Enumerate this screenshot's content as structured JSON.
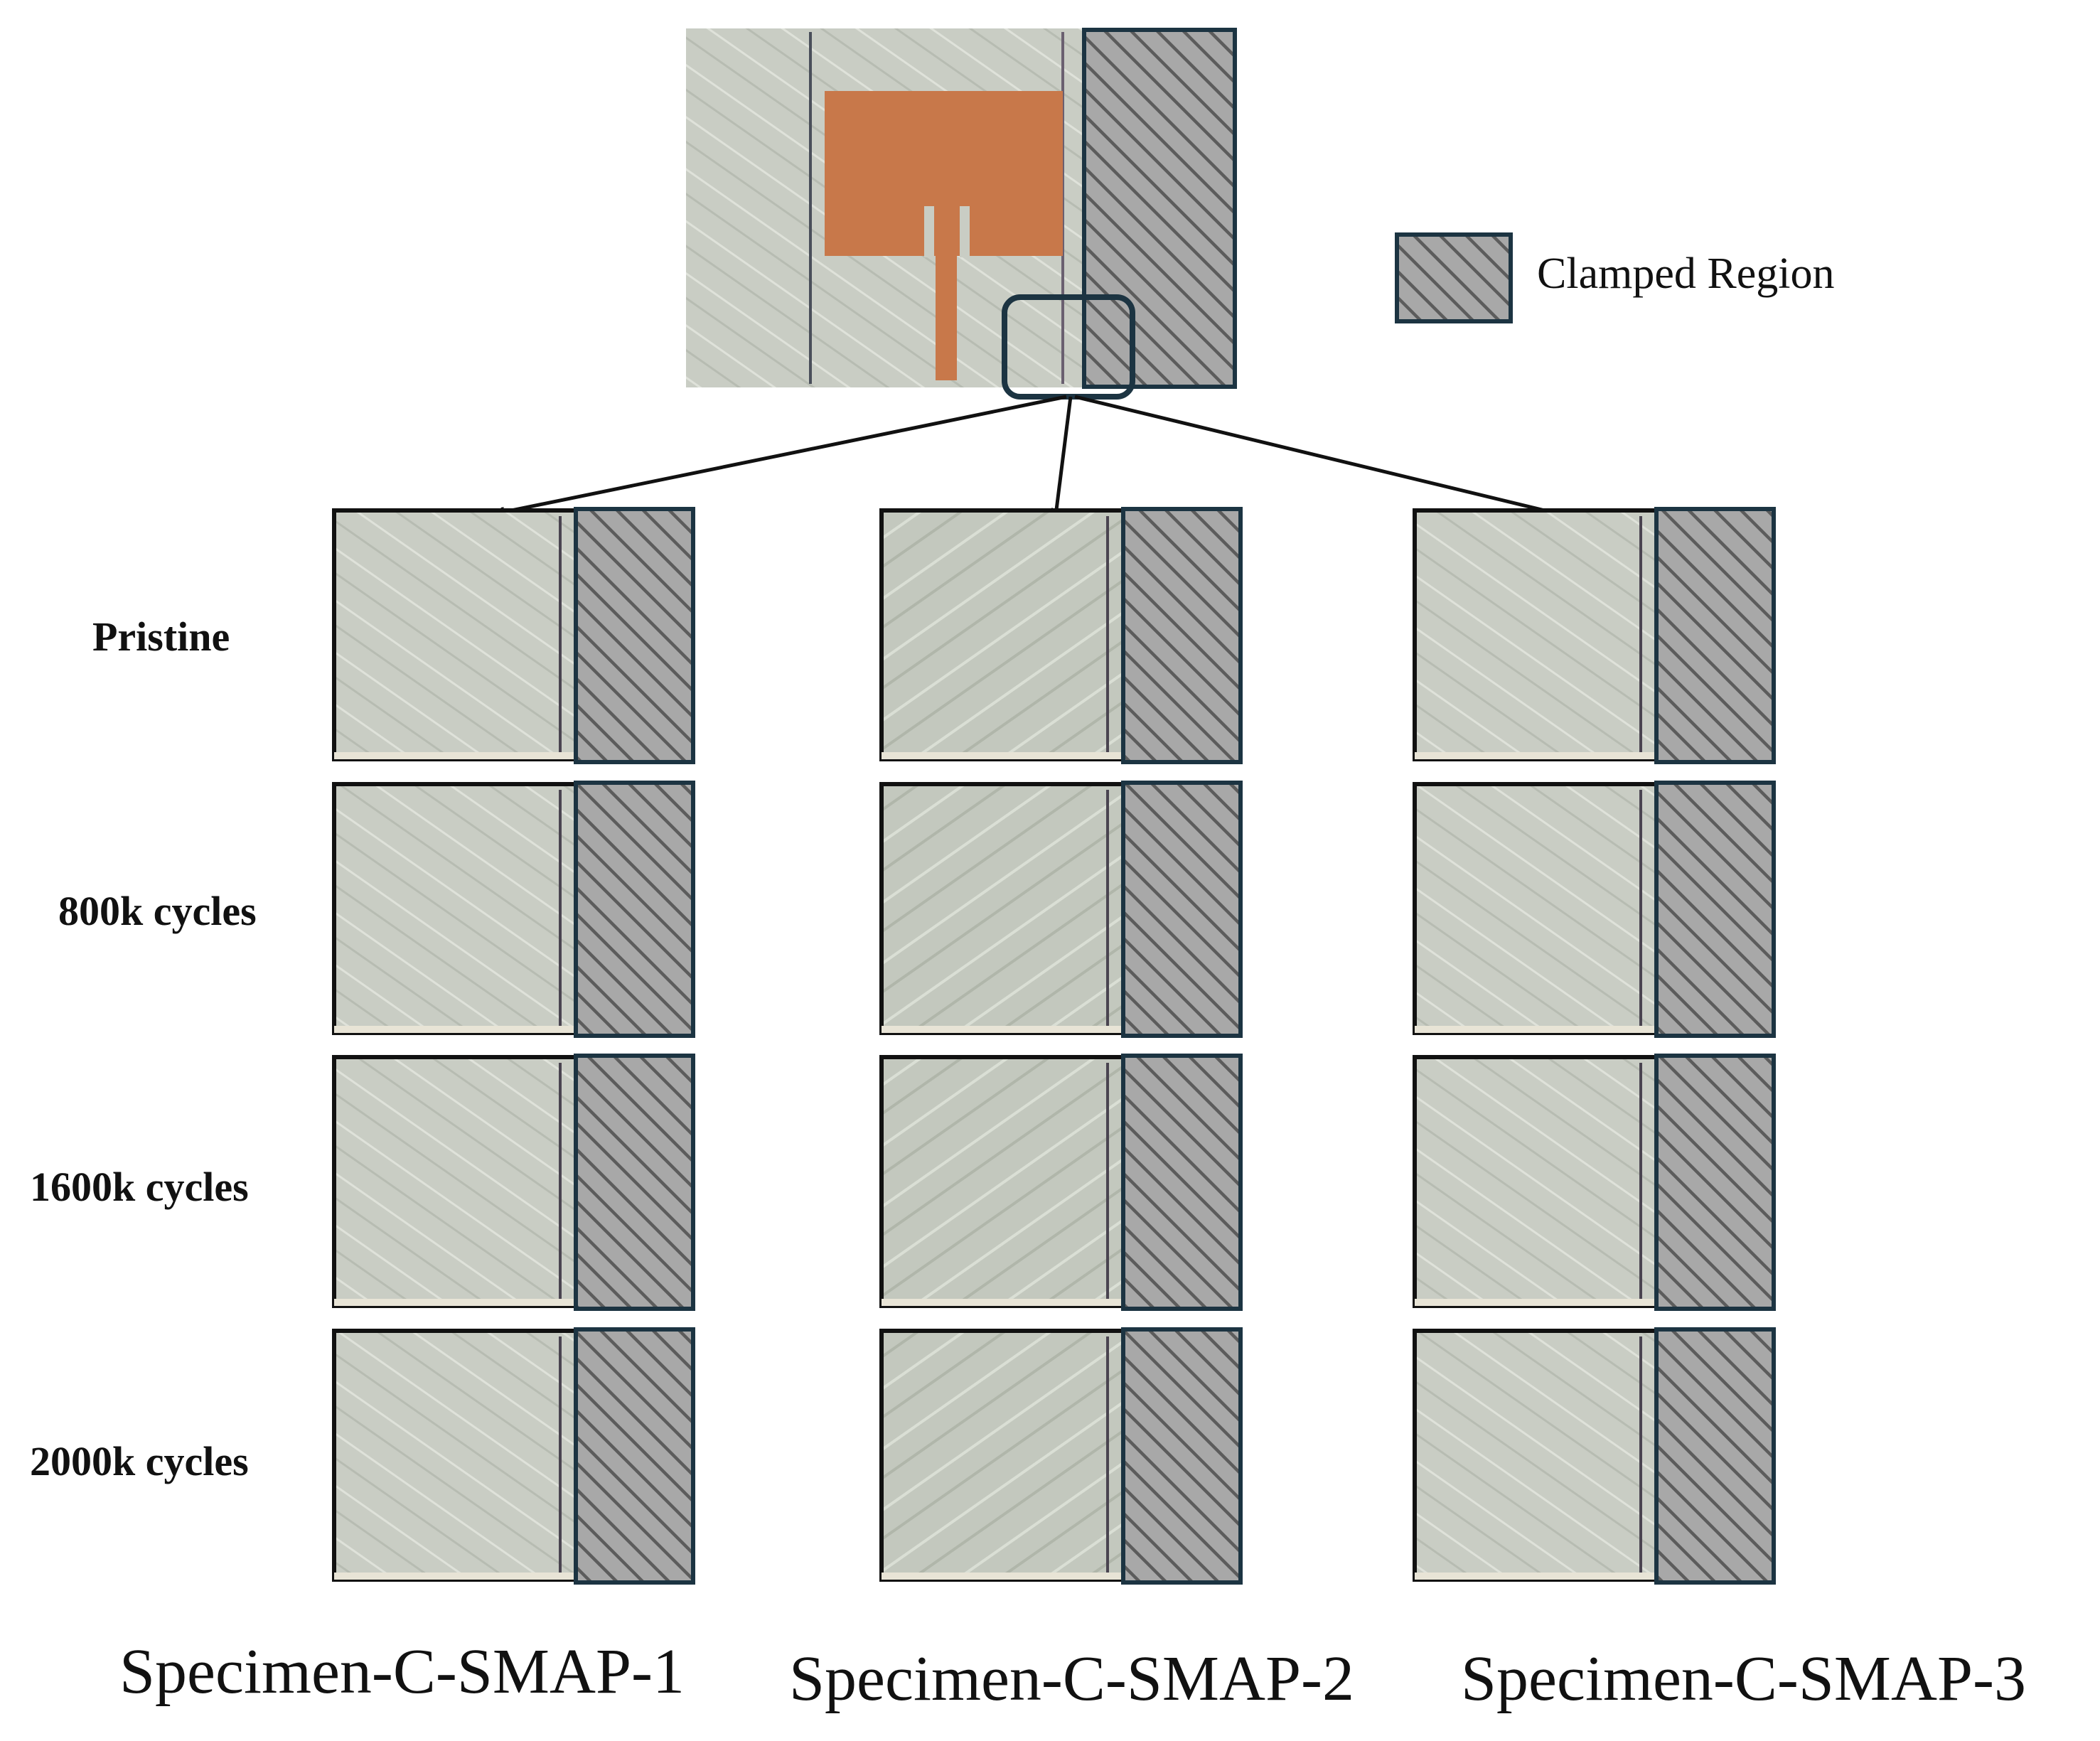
{
  "legend": {
    "label": "Clamped Region"
  },
  "rows": [
    "Pristine",
    "800k cycles",
    "1600k cycles",
    "2000k cycles"
  ],
  "columns": [
    "Specimen-C-SMAP-1",
    "Specimen-C-SMAP-2",
    "Specimen-C-SMAP-3"
  ],
  "colors": {
    "hatch_fill": "#a8a8a8",
    "hatch_line": "#5c5c5c",
    "hatch_border": "#1c3442",
    "specimen_surface": "#c9cdc4",
    "copper_patch": "#c8784a",
    "frame_border": "#111111"
  }
}
